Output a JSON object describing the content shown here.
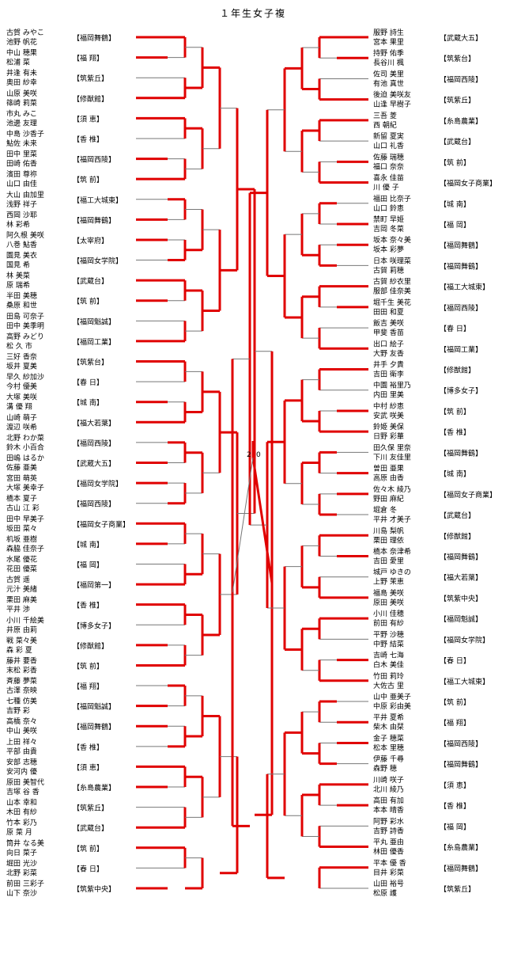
{
  "title": "１年生女子複",
  "left_entries": [
    {
      "p1": "古賀 みやこ",
      "p2": "池野 帆花",
      "school": "【福岡舞鶴】"
    },
    {
      "p1": "中山 穂果",
      "p2": "松浦 菜",
      "school": "【福 翔】"
    },
    {
      "p1": "井逢 有未",
      "p2": "奥田 紗幸",
      "school": "【筑紫丘】"
    },
    {
      "p1": "山原 美咲",
      "p2": "篠崎 莉菜",
      "school": "【修猷館】"
    },
    {
      "p1": "市丸 みこ",
      "p2": "池邊 友理",
      "school": "【須 恵】"
    },
    {
      "p1": "中島 沙香子",
      "p2": "鮎佐 未来",
      "school": "【香 椎】"
    },
    {
      "p1": "田中 里菜",
      "p2": "田崎 佑香",
      "school": "【福岡西陵】"
    },
    {
      "p1": "濱田 尊祢",
      "p2": "山口 由佳",
      "school": "【筑 前】"
    },
    {
      "p1": "大山 由加里",
      "p2": "浅野 祥子",
      "school": "【福工大城東】"
    },
    {
      "p1": "西岡 沙耶",
      "p2": "林 彩希",
      "school": "【福岡舞鶴】"
    },
    {
      "p1": "阿久根 美咲",
      "p2": "八巻 鮎香",
      "school": "【太宰府】"
    },
    {
      "p1": "園見 美衣",
      "p2": "国見 希",
      "school": "【福岡女学院】"
    },
    {
      "p1": "林 美菜",
      "p2": "原 瑞希",
      "school": "【武蔵台】"
    },
    {
      "p1": "半田 美穂",
      "p2": "桑原 和世",
      "school": "【筑 前】"
    },
    {
      "p1": "田島 可奈子",
      "p2": "田中 美季明",
      "school": "【福岡魁誠】"
    },
    {
      "p1": "高野 みどり",
      "p2": "松 久 市",
      "school": "【福岡工業】"
    },
    {
      "p1": "三好 香奈",
      "p2": "坂井 夏美",
      "school": "【筑紫台】"
    },
    {
      "p1": "早久 紗加沙",
      "p2": "今村 優美",
      "school": "【春 日】"
    },
    {
      "p1": "大塚 美咲",
      "p2": "溝 優 翔",
      "school": "【城 南】"
    },
    {
      "p1": "山崎 萌子",
      "p2": "渡辺 咲希",
      "school": "【福大若葉】"
    },
    {
      "p1": "北野 わか菜",
      "p2": "鈴木 小百合",
      "school": "【福岡西陵】"
    },
    {
      "p1": "田嶋 はるか",
      "p2": "佐藤 亜美",
      "school": "【武蔵大五】"
    },
    {
      "p1": "宮田 萌英",
      "p2": "大塚 美幸子",
      "school": "【福岡女学院】"
    },
    {
      "p1": "橋本 夏子",
      "p2": "古山 江 彩",
      "school": "【福岡西陵】"
    },
    {
      "p1": "田中 早美子",
      "p2": "坂田 菜々",
      "school": "【福岡女子商業】"
    },
    {
      "p1": "机坂 亜樹",
      "p2": "森脇 佳奈子",
      "school": "【城 南】"
    },
    {
      "p1": "水尾 優花",
      "p2": "花田 優菜",
      "school": "【福 岡】"
    },
    {
      "p1": "古賀 遥",
      "p2": "元汁 美緒",
      "school": "【福岡第一】"
    },
    {
      "p1": "栗田 麻美",
      "p2": "平井 渉",
      "school": "【香 椎】"
    },
    {
      "p1": "小川 千絵美",
      "p2": "井原 由莉",
      "school": "【博多女子】"
    },
    {
      "p1": "戦 菜々美",
      "p2": "森 彩 夏",
      "school": "【修猷館】"
    },
    {
      "p1": "藤井 要香",
      "p2": "末松 彩香",
      "school": "【筑 前】"
    },
    {
      "p1": "斉藤 夢菜",
      "p2": "古澤 奈映",
      "school": "【福 翔】"
    },
    {
      "p1": "七種 仿美",
      "p2": "吉野 彩",
      "school": "【福岡魁誠】"
    },
    {
      "p1": "高橋 奈々",
      "p2": "中山 美咲",
      "school": "【福岡舞鶴】"
    },
    {
      "p1": "上田 祥々",
      "p2": "平部 由貴",
      "school": "【香 椎】"
    },
    {
      "p1": "安部 志穂",
      "p2": "安河内 優",
      "school": "【須 恵】"
    },
    {
      "p1": "原田 美智代",
      "p2": "吉塚 谷 香",
      "school": "【糸島農業】"
    },
    {
      "p1": "山本 幸和",
      "p2": "木田 有紗",
      "school": "【筑紫丘】"
    },
    {
      "p1": "竹本 彩乃",
      "p2": "原 菜 月",
      "school": "【武蔵台】"
    },
    {
      "p1": "筒井 なる美",
      "p2": "向日 菜子",
      "school": "【筑 前】"
    },
    {
      "p1": "堀田 光沙",
      "p2": "北野 彩菜",
      "school": "【春 日】"
    },
    {
      "p1": "前田 三彩子",
      "p2": "山下 奈沙",
      "school": "【筑紫中央】"
    }
  ],
  "right_entries": [
    {
      "p1": "服野 詩生",
      "p2": "宮本 果里",
      "school": "【武蔵大五】"
    },
    {
      "p1": "持野 佑季",
      "p2": "長谷川 楓",
      "school": "【筑紫台】"
    },
    {
      "p1": "佐司 美里",
      "p2": "有池 真世",
      "school": "【福岡西陵】"
    },
    {
      "p1": "後迫 美咲友",
      "p2": "山逢 早樹子",
      "school": "【筑紫丘】"
    },
    {
      "p1": "三吾 菱",
      "p2": "西 朝紀",
      "school": "【糸島農業】"
    },
    {
      "p1": "新留 夏実",
      "p2": "山口 礼香",
      "school": "【武蔵台】"
    },
    {
      "p1": "佐藤 瑞穂",
      "p2": "福口 奈奈",
      "school": "【筑 前】"
    },
    {
      "p1": "喜永 佳苗",
      "p2": "川 優 子",
      "school": "【福岡女子商業】"
    },
    {
      "p1": "福田 比奈子",
      "p2": "山口 鈴恵",
      "school": "【城 南】"
    },
    {
      "p1": "禁町 早姫",
      "p2": "吉岡 冬菜",
      "school": "【福 岡】"
    },
    {
      "p1": "坂本 奈々美",
      "p2": "坂本 彩夢",
      "school": "【福岡舞鶴】"
    },
    {
      "p1": "日本 咲理菜",
      "p2": "古賀 莉穂",
      "school": "【福岡舞鶴】"
    },
    {
      "p1": "古賀 紗衣里",
      "p2": "服部 佳奈美",
      "school": "【福工大城東】"
    },
    {
      "p1": "堀千生 美花",
      "p2": "田田 和夏",
      "school": "【福岡西陵】"
    },
    {
      "p1": "飯吉 美咲",
      "p2": "甲斐 香苗",
      "school": "【春 日】"
    },
    {
      "p1": "出口 絵子",
      "p2": "大野 友香",
      "school": "【福岡工業】"
    },
    {
      "p1": "井手 夕貴",
      "p2": "吉田 衛李",
      "school": "【修猷館】"
    },
    {
      "p1": "中園 裕里乃",
      "p2": "内田 里美",
      "school": "【博多女子】"
    },
    {
      "p1": "中村 紗恵",
      "p2": "安武 咲美",
      "school": "【筑 前】"
    },
    {
      "p1": "鈴姫 美保",
      "p2": "日野 彩華",
      "school": "【香 椎】"
    },
    {
      "p1": "田久保 里奈",
      "p2": "下川 友佳里",
      "school": "【福岡舞鶴】"
    },
    {
      "p1": "曽田 亜果",
      "p2": "高原 由香",
      "school": "【城 南】"
    },
    {
      "p1": "佐々木 綾乃",
      "p2": "野田 麻紀",
      "school": "【福岡女子商業】"
    },
    {
      "p1": "堀倉 冬",
      "p2": "平井 才美子",
      "school": "【武蔵台】"
    },
    {
      "p1": "川島 梨帆",
      "p2": "栗田 理依",
      "school": "【修猷館】"
    },
    {
      "p1": "橋本 奈津希",
      "p2": "吉田 愛里",
      "school": "【福岡舞鶴】"
    },
    {
      "p1": "城戸 ゆきの",
      "p2": "上野 茉恵",
      "school": "【福大若葉】"
    },
    {
      "p1": "福島 美咲",
      "p2": "原田 美咲",
      "school": "【筑紫中央】"
    },
    {
      "p1": "小川 佳穂",
      "p2": "前田 有紗",
      "school": "【福岡魁誠】"
    },
    {
      "p1": "平野 沙穂",
      "p2": "中野 結菜",
      "school": "【福岡女学院】"
    },
    {
      "p1": "吉崎 七海",
      "p2": "白木 美佳",
      "school": "【春 日】"
    },
    {
      "p1": "竹田 莉玲",
      "p2": "大佐古 里",
      "school": "【福工大城東】"
    },
    {
      "p1": "山中 亜美子",
      "p2": "中原 彩由美",
      "school": "【筑 前】"
    },
    {
      "p1": "平井 夏希",
      "p2": "柴木 由栞",
      "school": "【福 翔】"
    },
    {
      "p1": "金子 穂菜",
      "p2": "松本 里穂",
      "school": "【福岡西陵】"
    },
    {
      "p1": "伊藤 千尋",
      "p2": "森野 穂",
      "school": "【福岡舞鶴】"
    },
    {
      "p1": "川崎 咲子",
      "p2": "北川 綾乃",
      "school": "【須 恵】"
    },
    {
      "p1": "高田 有加",
      "p2": "本本 晴香",
      "school": "【香 椎】"
    },
    {
      "p1": "阿野 彩水",
      "p2": "吉野 詩香",
      "school": "【福 岡】"
    },
    {
      "p1": "平丸 亜由",
      "p2": "林田 優香",
      "school": "【糸島農業】"
    },
    {
      "p1": "平本 優 香",
      "p2": "目井 彩菜",
      "school": "【福岡舞鶴】"
    },
    {
      "p1": "山田 裕号",
      "p2": "松原 護",
      "school": "【筑紫丘】"
    }
  ],
  "final_scores": {
    "left": "2",
    "right": "0"
  }
}
